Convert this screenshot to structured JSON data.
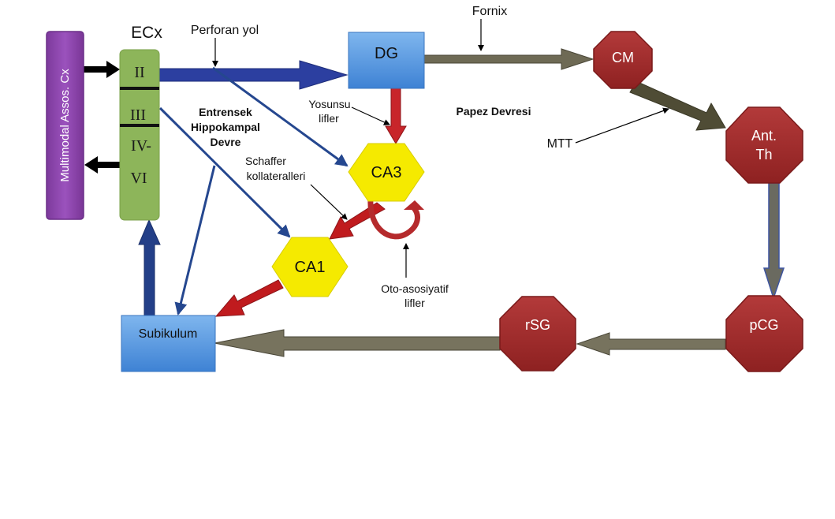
{
  "nodes": {
    "multimodal": "Multimodal Assos. Cx",
    "ecx": "ECx",
    "layer_ii": "II",
    "layer_iii": "III",
    "layer_iv": "IV-",
    "layer_vi": "VI",
    "dg": "DG",
    "ca3": "CA3",
    "ca1": "CA1",
    "subikulum": "Subikulum",
    "cm": "CM",
    "ant_th_line1": "Ant.",
    "ant_th_line2": "Th",
    "pcg": "pCG",
    "rsg": "rSG"
  },
  "labels": {
    "perforan": "Perforan yol",
    "fornix": "Fornix",
    "yosunsu_line1": "Yosunsu",
    "yosunsu_line2": "lifler",
    "papez": "Papez Devresi",
    "entrensek_line1": "Entrensek",
    "entrensek_line2": "Hippokampal",
    "entrensek_line3": "Devre",
    "schaffer_line1": "Schaffer",
    "schaffer_line2": "kollateralleri",
    "mtt": "MTT",
    "oto_line1": "Oto-asosiyatif",
    "oto_line2": "lifler"
  },
  "colors": {
    "purple": "#8e44ad",
    "green": "#8db55a",
    "blue_box": "#4a8fd9",
    "yellow": "#f5ea00",
    "dark_red": "#a32a2a",
    "navy": "#23408e",
    "red_arrow": "#c0181c",
    "olive": "#6b6650"
  }
}
